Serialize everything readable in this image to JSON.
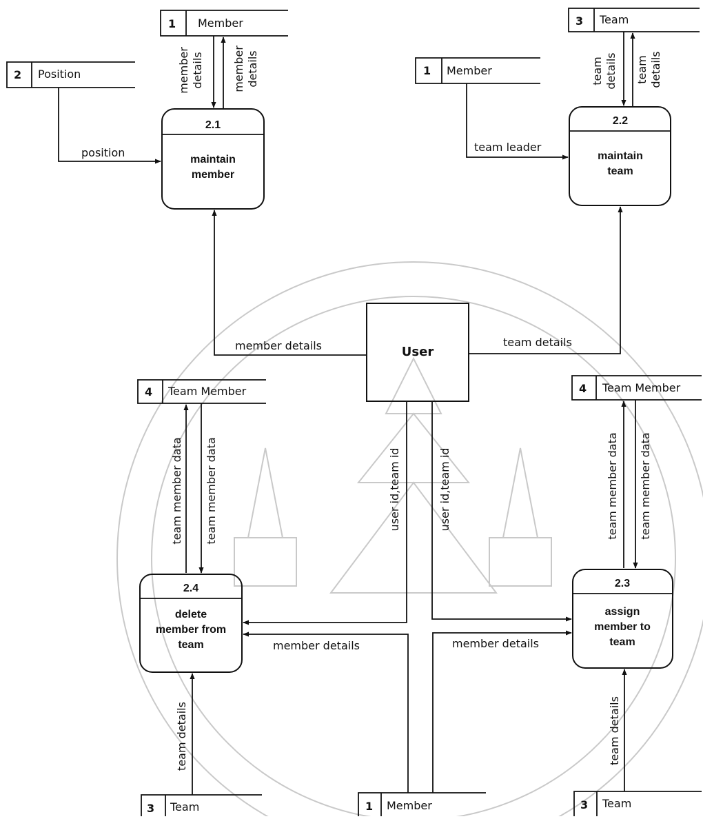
{
  "data_stores": {
    "member_top": {
      "id": "1",
      "name": "Member"
    },
    "position": {
      "id": "2",
      "name": "Position"
    },
    "member_mid": {
      "id": "1",
      "name": "Member"
    },
    "team_top": {
      "id": "3",
      "name": "Team"
    },
    "team_member_left": {
      "id": "4",
      "name": "Team Member"
    },
    "team_member_right": {
      "id": "4",
      "name": "Team Member"
    },
    "team_bottom_left": {
      "id": "3",
      "name": "Team"
    },
    "member_bottom": {
      "id": "1",
      "name": "Member"
    },
    "team_bottom_right": {
      "id": "3",
      "name": "Team"
    }
  },
  "processes": {
    "p21": {
      "id": "2.1",
      "line1": "maintain",
      "line2": "member"
    },
    "p22": {
      "id": "2.2",
      "line1": "maintain",
      "line2": "team"
    },
    "p23": {
      "id": "2.3",
      "line1": "assign",
      "line2": "member to",
      "line3": "team"
    },
    "p24": {
      "id": "2.4",
      "line1": "delete",
      "line2": "member from",
      "line3": "team"
    }
  },
  "entity": {
    "name": "User"
  },
  "flows": {
    "member_details_down_1": "member",
    "member_details_down_2": "details",
    "member_details_up_1": "member",
    "member_details_up_2": "details",
    "position": "position",
    "team_details_down_1": "team",
    "team_details_down_2": "details",
    "team_details_up_1": "team",
    "team_details_up_2": "details",
    "team_leader": "team leader",
    "member_details_user": "member details",
    "team_details_user": "team details",
    "team_member_data_l_up": "team member data",
    "team_member_data_l_down": "team member data",
    "team_member_data_r_up": "team member data",
    "team_member_data_r_down": "team member data",
    "user_team_id_left": "user id,team id",
    "user_team_id_right": "user id,team id",
    "member_details_to_24": "member details",
    "member_details_to_23": "member details",
    "team_details_to_24": "team details",
    "team_details_to_23": "team details"
  }
}
